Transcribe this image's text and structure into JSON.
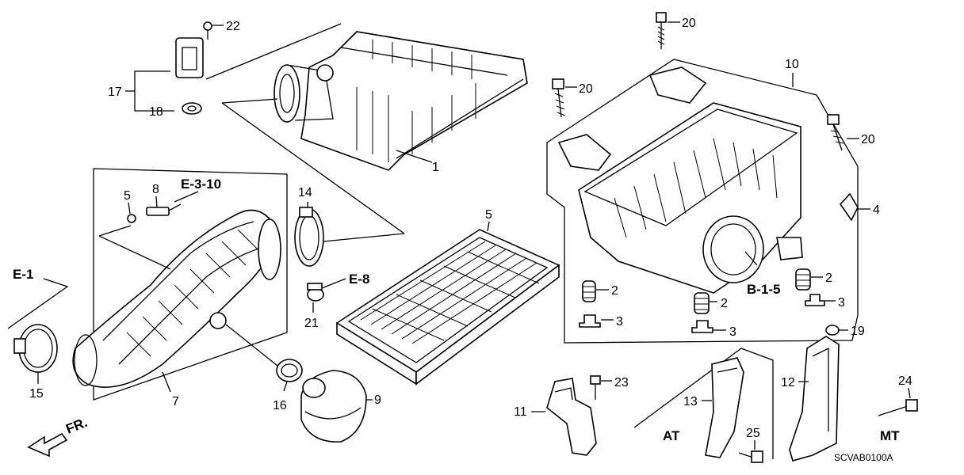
{
  "callouts": {
    "c1": "1",
    "c2a": "2",
    "c2b": "2",
    "c2c": "2",
    "c3a": "3",
    "c3b": "3",
    "c3c": "3",
    "c4": "4",
    "c5a": "5",
    "c5b": "5",
    "c7": "7",
    "c8": "8",
    "c9": "9",
    "c10": "10",
    "c11": "11",
    "c12": "12",
    "c13": "13",
    "c14": "14",
    "c15": "15",
    "c16": "16",
    "c17": "17",
    "c18": "18",
    "c19": "19",
    "c20a": "20",
    "c20b": "20",
    "c20c": "20",
    "c21": "21",
    "c22": "22",
    "c23": "23",
    "c24": "24",
    "c25": "25"
  },
  "refs": {
    "e1": "E-1",
    "e3_10": "E-3-10",
    "e8": "E-8",
    "b1_5": "B-1-5"
  },
  "notes": {
    "at": "AT",
    "mt": "MT",
    "front": "FR.",
    "diagram_code": "SCVAB0100A"
  }
}
